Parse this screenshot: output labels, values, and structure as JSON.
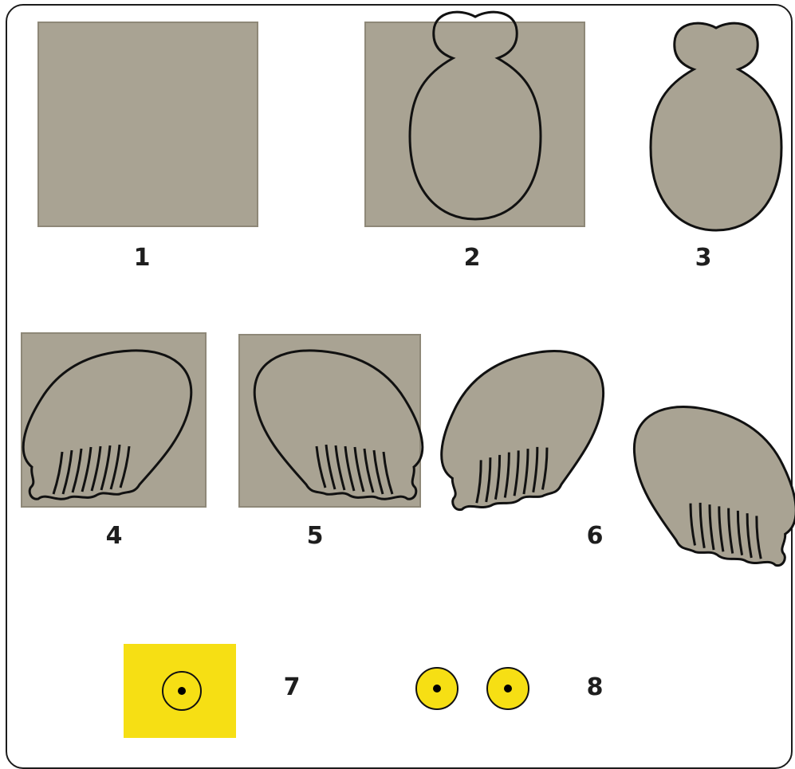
{
  "colors": {
    "felt": "#a9a393",
    "felt_border": "#8e8878",
    "outline": "#111111",
    "eye_yellow": "#f6df14",
    "pupil": "#000000"
  },
  "steps": [
    {
      "label": "1",
      "description_icon": "felt-square-icon"
    },
    {
      "label": "2",
      "description_icon": "body-template-on-felt-icon"
    },
    {
      "label": "3",
      "description_icon": "body-cutout-icon"
    },
    {
      "label": "4",
      "description_icon": "wing-template-on-felt-icon"
    },
    {
      "label": "5",
      "description_icon": "mirrored-wing-template-on-felt-icon"
    },
    {
      "label": "6",
      "description_icon": "wing-cutouts-icon"
    },
    {
      "label": "7",
      "description_icon": "eye-on-yellow-felt-icon"
    },
    {
      "label": "8",
      "description_icon": "eye-cutouts-icon"
    }
  ]
}
